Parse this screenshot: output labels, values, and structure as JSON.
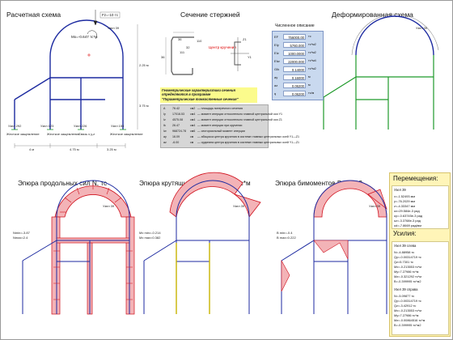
{
  "titles": {
    "scheme": "Расчетная схема",
    "section": "Сечение стержней",
    "numeric": "Численное описание",
    "deformed": "Деформированная схема",
    "normal": "Эпюра продольных сил N, тс",
    "moments": "Эпюра крутящих моментов Mx, тс*м",
    "bimoments": "Эпюра бимоментов B, тс*м2"
  },
  "scheme": {
    "load_fz": "Fz=-10 тс",
    "load_mx": "Mx=-0.647 тс*м",
    "node_top": "Узел 39",
    "nodes_bottom": [
      "Узел 292",
      "Узел 123",
      "Узел 226",
      "Узел 155"
    ],
    "supports": [
      "Жесткое защемление",
      "Жесткое защемление",
      "Связь x,y,z",
      "Жесткое защемление"
    ],
    "dims_bottom": [
      "4 м",
      "4.75 м",
      "3.25 м"
    ],
    "dims_right": [
      "2.25 м",
      "3.75 м"
    ]
  },
  "section": {
    "dims": [
      "36",
      "36",
      "110",
      "32",
      "111"
    ],
    "center_label": "Центр кручения",
    "axes": [
      "Z1",
      "Y1"
    ]
  },
  "numeric": {
    "rows": [
      {
        "label": "EF",
        "value": "756000.00",
        "unit": "тс"
      },
      {
        "label": "EIy",
        "value": "5760.000",
        "unit": "тс*м2"
      },
      {
        "label": "EIz",
        "value": "1000.0000",
        "unit": "тс*м2"
      },
      {
        "label": "EIw",
        "value": "22000.000",
        "unit": "тс*м4"
      },
      {
        "label": "GIk",
        "value": "0.14000",
        "unit": "тс*м2"
      },
      {
        "label": "ay",
        "value": "0.16000",
        "unit": "м"
      },
      {
        "label": "az",
        "value": "0.06200",
        "unit": "м"
      },
      {
        "label": "q",
        "value": "0.06200",
        "unit": "тс/м"
      }
    ]
  },
  "geom_note": {
    "line1": "Геометрические характеристики сечения",
    "line2": "определяются в программе",
    "line3": "\"Параметрические тонкостенные сечения\""
  },
  "props": [
    {
      "sym": "A",
      "val": "76.42",
      "unit": "см2",
      "desc": "— площадь поперечного сечения"
    },
    {
      "sym": "Iy",
      "val": "17016.53",
      "unit": "см4",
      "desc": "— момент инерции относительно главной центральной оси Y1"
    },
    {
      "sym": "Iz",
      "val": "4575.08",
      "unit": "см4",
      "desc": "— момент инерции относительно главной центральной оси Z1"
    },
    {
      "sym": "Ik",
      "val": "26.47",
      "unit": "см4",
      "desc": "— момент инерции при кручении"
    },
    {
      "sym": "Iw",
      "val": "968724.78",
      "unit": "см6",
      "desc": "— секториальный момент инерции"
    },
    {
      "sym": "ay",
      "val": "16.09",
      "unit": "см",
      "desc": "— абсцисса центра кручения в системе главных центральных осей Y1—Z1"
    },
    {
      "sym": "az",
      "val": "-6.00",
      "unit": "см",
      "desc": "— ордината центра кручения в системе главных центральных осей Y1—Z1"
    }
  ],
  "deformed": {
    "node": "Узел 39"
  },
  "normal": {
    "node": "Узел 39",
    "line1": "Nmin=-3.87",
    "line2": "Nmax=2.4"
  },
  "moments": {
    "node": "Узел 39",
    "line1": "Mx min=-0.214",
    "line2": "Mx max=0.382"
  },
  "bimoments": {
    "node": "Узел 39",
    "line1": "B min=-0.4",
    "line2": "B max=0.222"
  },
  "results": {
    "disp_title": "Перемещения:",
    "disp_node": "Узел 39",
    "disp_lines": [
      "x=-1.52493 мм",
      "y=-76.2029 мм",
      "z=-4.33347 мм",
      "ux=29.584e-3 рад",
      "uy=-0.63745e-3 рад",
      "uz=-3.3768e-3 рад",
      "ud=-7.8669 рад/мм"
    ],
    "force_title": "Усилия:",
    "left_node": "Узел 39 слева",
    "left_lines": [
      "N=-4.88958 тс",
      "Qy=-0.00314719 тс",
      "Qz=5.7301 тс",
      "Mx=-0.213553 тс*м",
      "My=7.27986 тс*м",
      "Mz=-0.321292 тс*м",
      "B=-0.399995 тс*м2"
    ],
    "right_node": "Узел 39 справа",
    "right_lines": [
      "N=-5.09877 тс",
      "Qy=-0.00314719 тс",
      "Qz=-3.42912 тс",
      "Mx=-0.213553 тс*м",
      "My=7.27986 тс*м",
      "Mz=-0.00864516 тс*м",
      "B=-0.399995 тс*м2"
    ]
  },
  "colors": {
    "frame": "#1c2aa0",
    "epure": "#d0101c",
    "green": "#1e9a2a"
  }
}
